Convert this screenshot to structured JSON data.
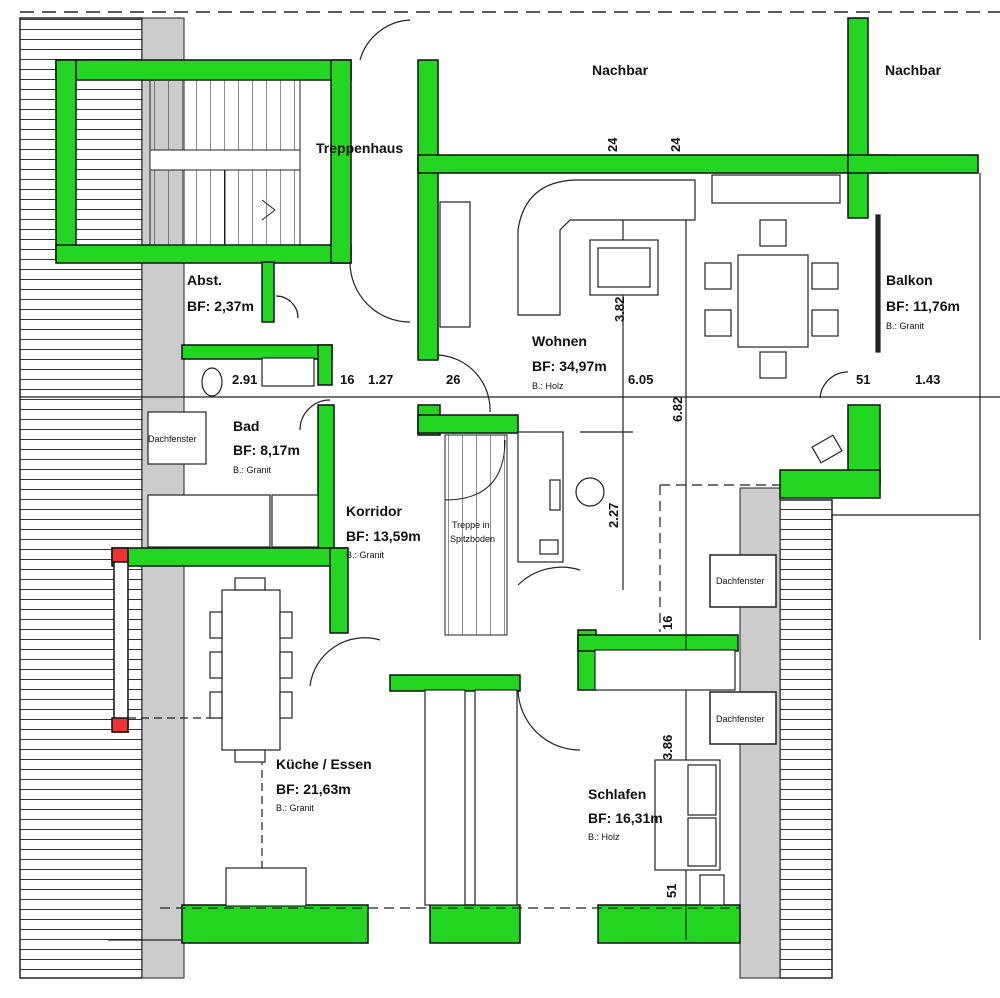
{
  "colors": {
    "wall": "#22d622",
    "wall_outline": "#111111",
    "line": "#222222"
  },
  "labels": {
    "nachbar_1": "Nachbar",
    "nachbar_2": "Nachbar",
    "treppenhaus": "Treppenhaus",
    "dachfenster": "Dachfenster",
    "treppe_1": "Treppe in",
    "treppe_2": "Spitzboden"
  },
  "rooms": [
    {
      "id": "abst",
      "name": "Abst.",
      "area": "BF: 2,37m",
      "floor": ""
    },
    {
      "id": "bad",
      "name": "Bad",
      "area": "BF: 8,17m",
      "floor": "B.: Granit"
    },
    {
      "id": "korridor",
      "name": "Korridor",
      "area": "BF: 13,59m",
      "floor": "B.: Granit"
    },
    {
      "id": "wohnen",
      "name": "Wohnen",
      "area": "BF: 34,97m",
      "floor": "B.: Holz"
    },
    {
      "id": "balkon",
      "name": "Balkon",
      "area": "BF: 11,76m",
      "floor": "B.: Granit"
    },
    {
      "id": "kueche",
      "name": "Küche / Essen",
      "area": "BF: 21,63m",
      "floor": "B.: Granit"
    },
    {
      "id": "schlafen",
      "name": "Schlafen",
      "area": "BF: 16,31m",
      "floor": "B.: Holz"
    }
  ],
  "dimensions": {
    "d291": "2.91",
    "d16": "16",
    "d127": "1.27",
    "d26": "26",
    "d605": "6.05",
    "d51a": "51",
    "d143": "1.43",
    "d24a": "24",
    "d24b": "24",
    "d382": "3.82",
    "d682": "6.82",
    "d227": "2.27",
    "d16b": "16",
    "d386": "3.86",
    "d51b": "51"
  }
}
